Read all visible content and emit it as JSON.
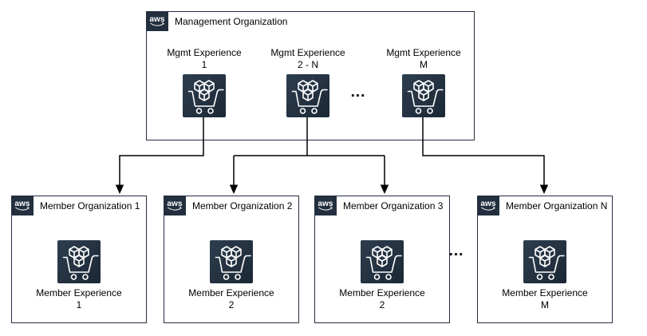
{
  "colors": {
    "border": "#232F3E",
    "badge_bg": "#232F3E",
    "badge_fg": "#ffffff",
    "connector": "#000000",
    "text": "#000000",
    "bg": "#ffffff",
    "icon_grad_a": "#2e3e4f",
    "icon_grad_b": "#1b2735",
    "icon_stroke": "#ffffff"
  },
  "aws_badge_label": "aws",
  "management": {
    "title": "Management Organization",
    "ellipsis": "...",
    "experiences": [
      {
        "line1": "Mgmt Experience",
        "line2": "1"
      },
      {
        "line1": "Mgmt Experience",
        "line2": "2 - N"
      },
      {
        "line1": "Mgmt Experience",
        "line2": "M"
      }
    ]
  },
  "members_ellipsis": "...",
  "members": [
    {
      "title": "Member Organization 1",
      "line1": "Member Experience",
      "line2": "1"
    },
    {
      "title": "Member Organization 2",
      "line1": "Member Experience",
      "line2": "2"
    },
    {
      "title": "Member Organization 3",
      "line1": "Member Experience",
      "line2": "2"
    },
    {
      "title": "Member Organization N",
      "line1": "Member Experience",
      "line2": "M"
    }
  ]
}
